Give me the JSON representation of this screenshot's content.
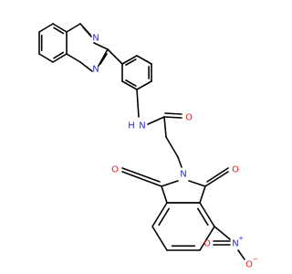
{
  "colors": {
    "bond": "#000000",
    "nitrogen": "#2b2bcc",
    "oxygen": "#e01b1b",
    "background": "#ffffff"
  },
  "atoms": {
    "quinoxaline_n_top": "N",
    "quinoxaline_n_bottom": "N",
    "amide_nh": "H",
    "amide_n": "N",
    "amide_o": "O",
    "imide_n": "N",
    "imide_o_left": "O",
    "imide_o_right": "O",
    "nitro_n": "N",
    "nitro_n_charge": "+",
    "nitro_o_double": "O",
    "nitro_o_single": "O",
    "nitro_o_charge": "−"
  }
}
